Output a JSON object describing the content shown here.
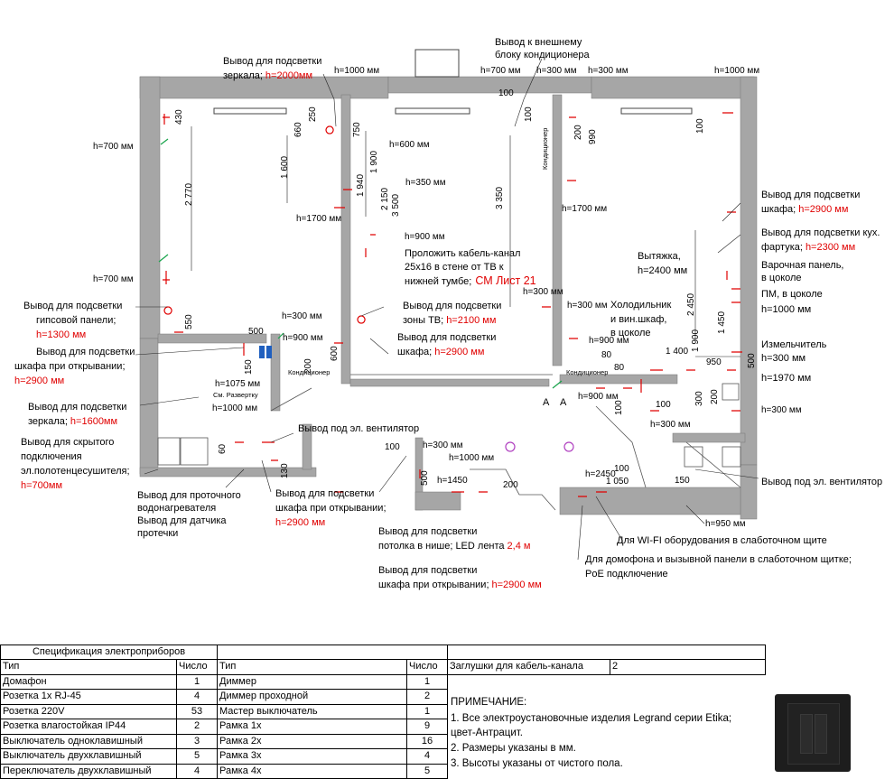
{
  "colors": {
    "wall": "#a6a6a6",
    "accent_red": "#e00000",
    "tv_blue": "#1f5fbf",
    "outlet_green": "#16a34a",
    "vent_purple": "#b040c0"
  },
  "callouts": {
    "mirror_backlight": "Вывод для подсветки",
    "mirror_backlight_2": "зеркала;",
    "mirror_backlight_h": "h=2000мм",
    "ac_outdoor_1": "Вывод к внешнему",
    "ac_outdoor_2": "блоку кондиционера",
    "h700_ac": "h=700 мм",
    "h300_a": "h=300 мм",
    "h300_b": "h=300 мм",
    "h1000_top_l": "h=1000 мм",
    "h1000_top_r": "h=1000 мм",
    "h700_left_top": "h=700 мм",
    "h700_left_mid": "h=700 мм",
    "h600": "h=600 мм",
    "h350": "h=350 мм",
    "h1700_l": "h=1700 мм",
    "h1700_r": "h=1700 мм",
    "h900_mid": "h=900 мм",
    "cable_1": "Проложить кабель-канал",
    "cable_2": "25х16 в стене от ТВ к",
    "cable_3": "нижней тумбе;",
    "cable_ref": "СМ Лист 21",
    "h300_c": "h=300 мм",
    "h300_d": "h=300 мм",
    "tv_backlight_1": "Вывод для подсветки",
    "tv_backlight_2": "зоны ТВ;",
    "tv_backlight_h": "h=2100 мм",
    "wardrobe_backlight_1": "Вывод для подсветки",
    "wardrobe_backlight_2": "шкафа;",
    "wardrobe_backlight_h": "h=2900 мм",
    "gypsum_1": "Вывод для подсветки",
    "gypsum_2": "гипсовой панели;",
    "gypsum_h": "h=1300 мм",
    "wardrobe_open_1": "Вывод для подсветки",
    "wardrobe_open_2": "шкафа при открывании;",
    "wardrobe_open_h": "h=2900 мм",
    "mirror2_1": "Вывод для подсветки",
    "mirror2_2": "зеркала;",
    "mirror2_h": "h=1600мм",
    "towel_1": "Вывод для скрытого",
    "towel_2": "подключения",
    "towel_3": "эл.полотенцесушителя;",
    "towel_h": "h=700мм",
    "h1075": "h=1075 мм",
    "see_scan": "См. Развертку",
    "h1000_bath": "h=1000 мм",
    "h900_hall_a": "h=900 мм",
    "h900_hall_b": "h=900 мм",
    "h900_hall_c": "h=900 мм",
    "h300_e": "h=300 мм",
    "vent_1": "Вывод под эл. вентилятор",
    "vent_2": "Вывод под эл. вентилятор",
    "heater_1": "Вывод для проточного",
    "heater_2": "водонагревателя",
    "leak_1": "Вывод для датчика",
    "leak_2": "протечки",
    "wardrobe_open2_1": "Вывод для подсветки",
    "wardrobe_open2_2": "шкафа при открывании;",
    "wardrobe_open2_h": "h=2900 мм",
    "h300_f": "h=300 мм",
    "h1000_f": "h=1000 мм",
    "h1450": "h=1450",
    "h2450": "h=2450",
    "ceiling_1": "Вывод для подсветки",
    "ceiling_2": "потолка в нише; LED лента",
    "ceiling_h": "2,4 м",
    "wardrobe_open3_1": "Вывод для подсветки",
    "wardrobe_open3_2": "шкафа при открывании;",
    "wardrobe_open3_h": "h=2900 мм",
    "wifi": "Для WI-FI оборудования в слаботочном щите",
    "intercom_1": "Для домофона и вызывной панели в слаботочном щитке;",
    "intercom_2": "PoE подключение",
    "h950": "h=950 мм",
    "h300_g": "h=300 мм",
    "h300_h": "h=300 мм",
    "fridge_1": "Холодильник",
    "fridge_2": "и вин.шкаф,",
    "fridge_3": "в цоколе",
    "hood_1": "Вытяжка,",
    "hood_2": "h=2400 мм",
    "kwardrobe_1": "Вывод для подсветки",
    "kwardrobe_2": "шкафа;",
    "kwardrobe_h": "h=2900 мм",
    "apron_1": "Вывод для подсветки кух.",
    "apron_2": "фартука;",
    "apron_h": "h=2300 мм",
    "hob_1": "Варочная панель,",
    "hob_2": "в цоколе",
    "dishwasher": "ПМ, в цоколе",
    "h1000_k": "h=1000 мм",
    "grinder": "Измельчитель",
    "h300_k": "h=300 мм",
    "h1970": "h=1970 мм",
    "h300_k2": "h=300 мм",
    "ac_unit_1": "Кондиционер",
    "ac_unit_2": "Кондиционер",
    "ac_unit_3": "Кондиционер",
    "label_a": "А",
    "label_a2": "А"
  },
  "dims": [
    "430",
    "660",
    "750",
    "250",
    "1 600",
    "1 940",
    "1 900",
    "2 150",
    "3 500",
    "2 770",
    "3 350",
    "550",
    "500",
    "150",
    "200",
    "600",
    "100",
    "100",
    "200",
    "990",
    "100",
    "2 450",
    "1 900",
    "1 450",
    "1 400",
    "950",
    "500",
    "80",
    "80",
    "100",
    "300",
    "200",
    "500",
    "130",
    "100",
    "60",
    "150",
    "1 050",
    "100",
    "100",
    "200"
  ],
  "spec": {
    "title": "Спецификация электроприборов",
    "h_type": "Тип",
    "h_count": "Число",
    "left": [
      [
        "Домафон",
        "1"
      ],
      [
        "Розетка 1х RJ-45",
        "4"
      ],
      [
        "Розетка 220V",
        "53"
      ],
      [
        "Розетка влагостойкая IP44",
        "2"
      ],
      [
        "Выключатель одноклавишный",
        "3"
      ],
      [
        "Выключатель двухклавишный",
        "5"
      ],
      [
        "Переключатель двухклавишный",
        "4"
      ]
    ],
    "h_type2": "Тип",
    "h_count2": "Число",
    "right": [
      [
        "Диммер",
        "1"
      ],
      [
        "Диммер проходной",
        "2"
      ],
      [
        "Мастер выключатель",
        "1"
      ],
      [
        "Рамка 1х",
        "9"
      ],
      [
        "Рамка 2х",
        "16"
      ],
      [
        "Рамка 3х",
        "4"
      ],
      [
        "Рамка 4х",
        "5"
      ]
    ],
    "plugs_label": "Заглушки для кабель-канала",
    "plugs_count": "2"
  },
  "notes": {
    "title": "ПРИМЕЧАНИЕ:",
    "n1a": "1. Все электроустановочные изделия Legrand серии Etika;",
    "n1b": "цвет-Антрацит.",
    "n2": "2. Размеры указаны в мм.",
    "n3": "3. Высоты указаны от чистого пола."
  }
}
